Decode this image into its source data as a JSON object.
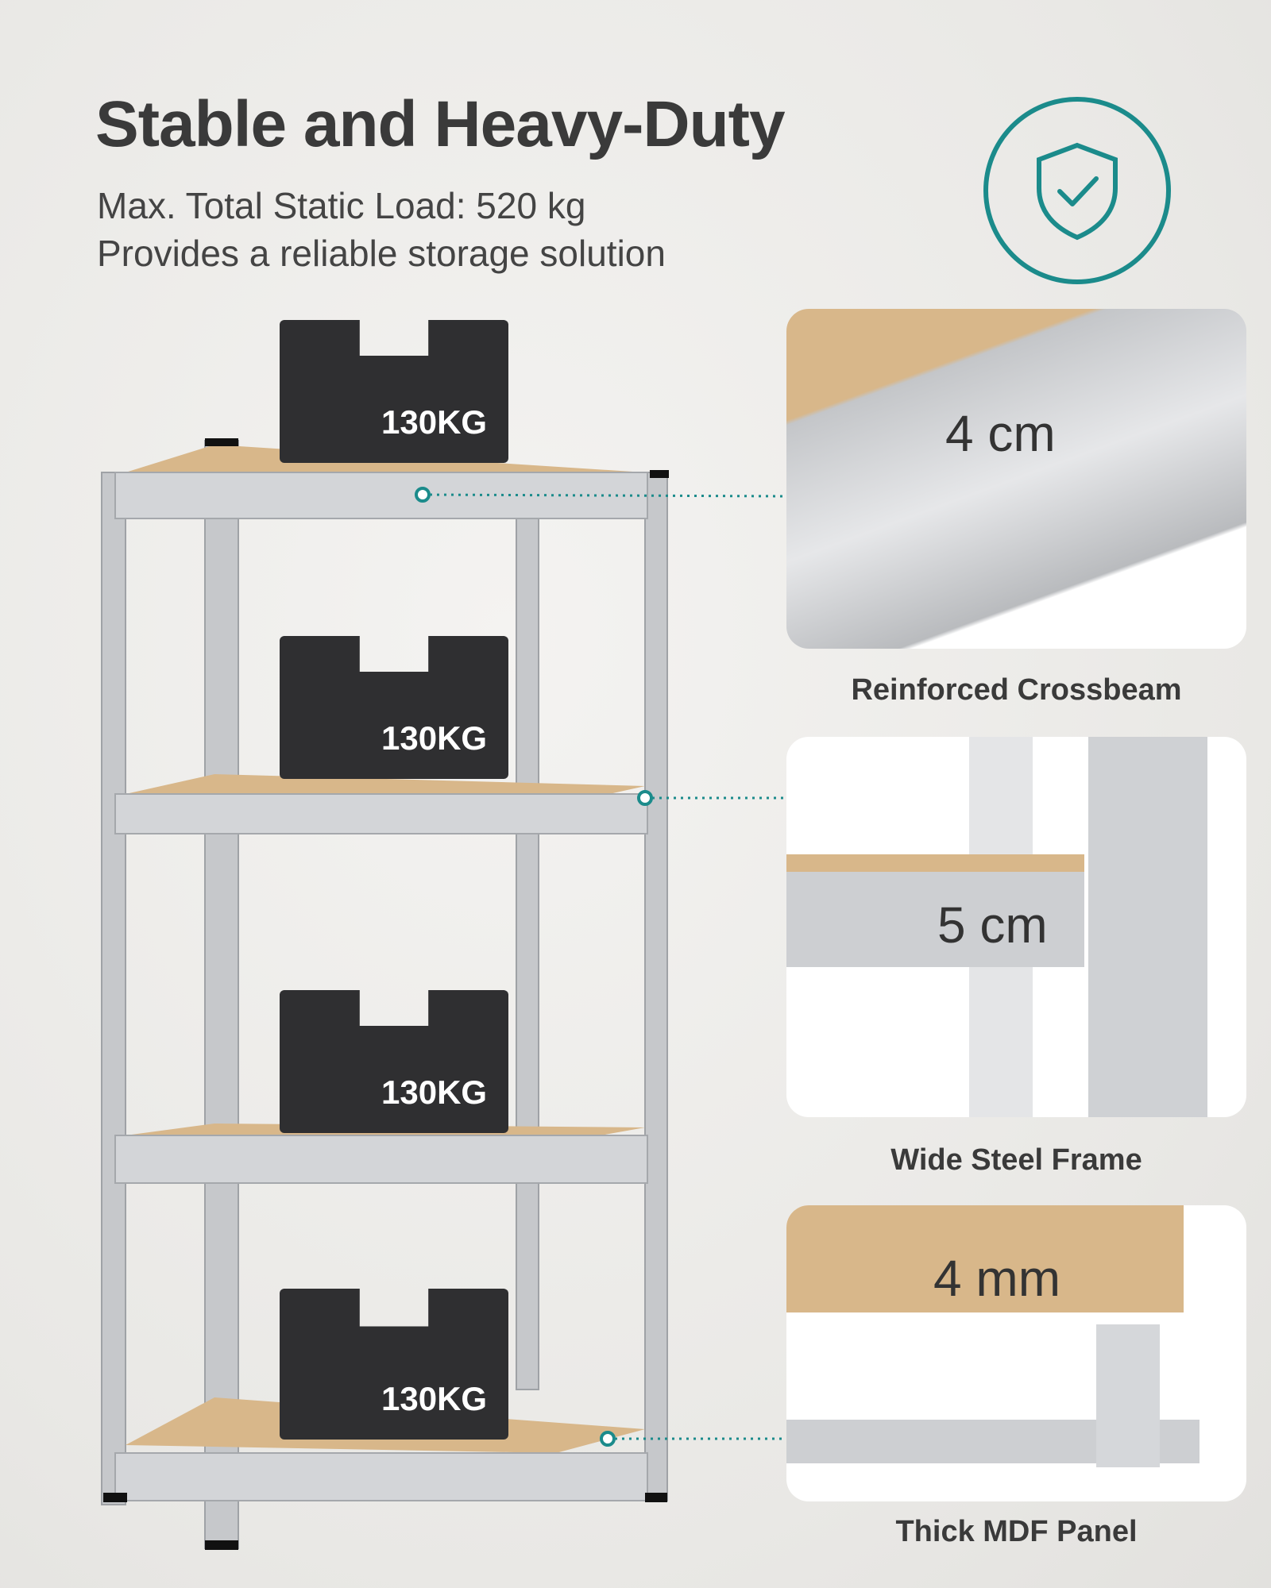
{
  "header": {
    "title": "Stable and Heavy-Duty",
    "line1": "Max. Total Static Load: 520 kg",
    "line2": "Provides a reliable storage solution"
  },
  "weights": [
    "130KG",
    "130KG",
    "130KG",
    "130KG"
  ],
  "features": [
    {
      "label": "Reinforced Crossbeam",
      "measure": "4 cm"
    },
    {
      "label": "Wide Steel Frame",
      "measure": "5 cm"
    },
    {
      "label": "Thick MDF Panel",
      "measure": "4 mm"
    }
  ],
  "colors": {
    "accent": "#1b8b8b",
    "mdf": "#d8b78a",
    "steel": "#c9cacc",
    "weight": "#2f2f31"
  }
}
